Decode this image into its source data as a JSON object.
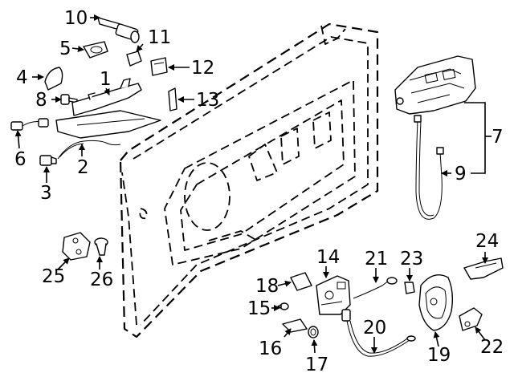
{
  "callouts": {
    "c1": "1",
    "c2": "2",
    "c3": "3",
    "c4": "4",
    "c5": "5",
    "c6": "6",
    "c7": "7",
    "c8": "8",
    "c9": "9",
    "c10": "10",
    "c11": "11",
    "c12": "12",
    "c13": "13",
    "c14": "14",
    "c15": "15",
    "c16": "16",
    "c17": "17",
    "c18": "18",
    "c19": "19",
    "c20": "20",
    "c21": "21",
    "c22": "22",
    "c23": "23",
    "c24": "24",
    "c25": "25",
    "c26": "26"
  },
  "style": {
    "line_color": "#000000",
    "background": "#ffffff"
  }
}
